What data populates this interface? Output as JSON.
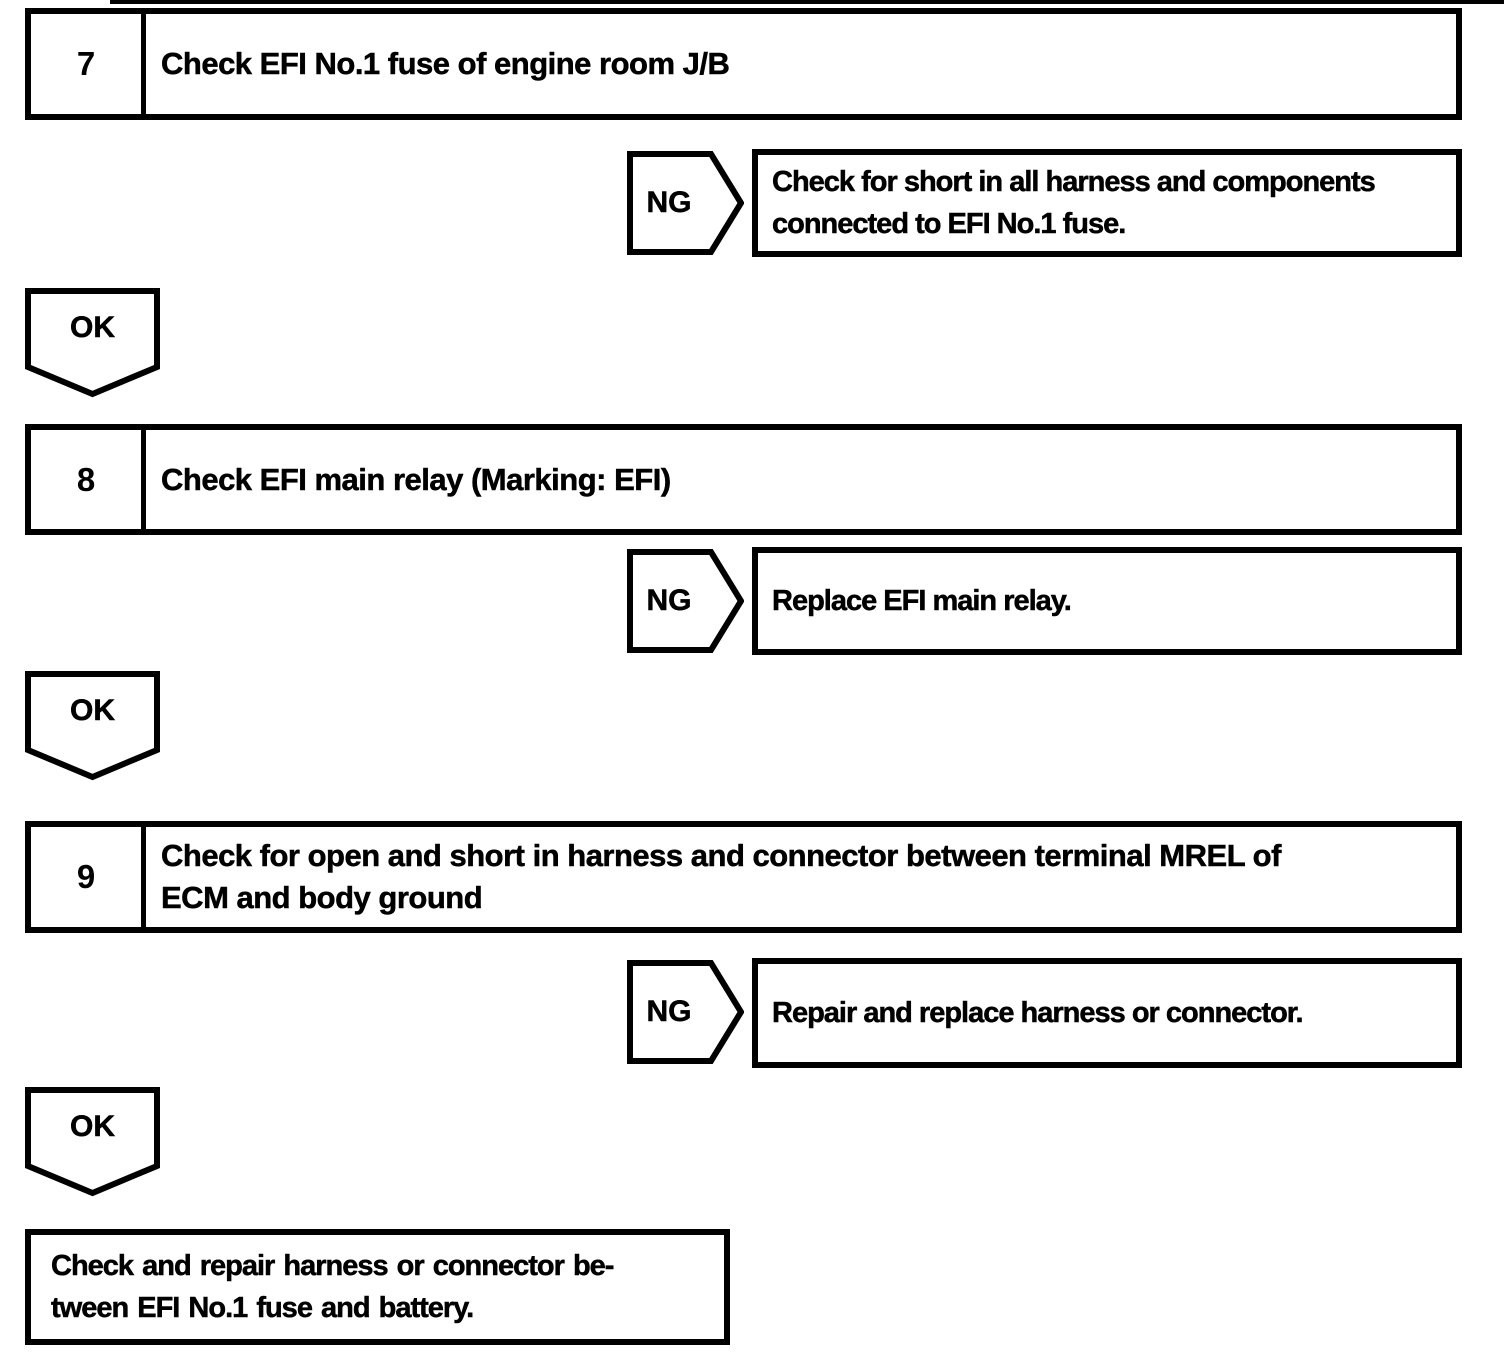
{
  "colors": {
    "ink": "#000000",
    "paper": "#ffffff"
  },
  "labels": {
    "ok": "OK",
    "ng": "NG"
  },
  "steps": [
    {
      "number": "7",
      "title": "Check EFI No.1 fuse of engine room J/B",
      "ng_action": "Check for short in all harness and components\nconnected to EFI No.1 fuse."
    },
    {
      "number": "8",
      "title": "Check EFI main relay (Marking: EFI)",
      "ng_action": "Replace EFI main relay."
    },
    {
      "number": "9",
      "title": "Check for open and short in harness and connector between terminal MREL of\nECM and body ground",
      "ng_action": "Repair and replace harness or connector."
    }
  ],
  "final_action": "Check and repair harness or connector be-\ntween EFI No.1 fuse and battery."
}
